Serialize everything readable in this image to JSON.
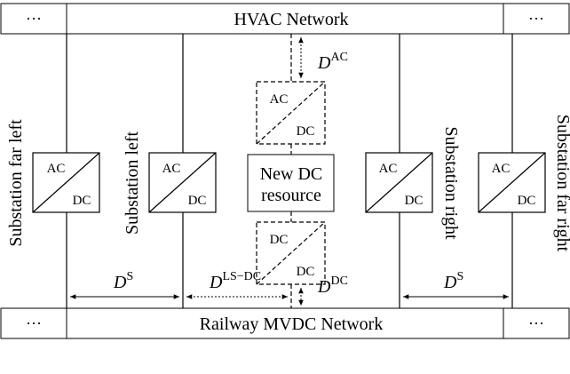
{
  "top_bar": {
    "label": "HVAC Network",
    "left_ellipsis": "···",
    "right_ellipsis": "···"
  },
  "bottom_bar": {
    "label": "Railway MVDC Network",
    "left_ellipsis": "···",
    "right_ellipsis": "···"
  },
  "substations": [
    {
      "name": "Substation far left",
      "top": "AC",
      "bottom": "DC"
    },
    {
      "name": "Substation left",
      "top": "AC",
      "bottom": "DC"
    },
    {
      "name": "Substation right",
      "top": "AC",
      "bottom": "DC"
    },
    {
      "name": "Substation far right",
      "top": "AC",
      "bottom": "DC"
    }
  ],
  "center": {
    "upper_converter": {
      "top": "AC",
      "bottom": "DC"
    },
    "resource": {
      "line1": "New DC",
      "line2": "resource"
    },
    "lower_converter": {
      "top": "DC",
      "bottom": "DC"
    }
  },
  "dimensions": {
    "d_ac_base": "D",
    "d_ac_sup": "AC",
    "d_dc_base": "D",
    "d_dc_sup": "DC",
    "d_s_left_base": "D",
    "d_s_left_sup": "S",
    "d_lsdc_base": "D",
    "d_lsdc_sup": "LS−DC",
    "d_s_right_base": "D",
    "d_s_right_sup": "S"
  }
}
